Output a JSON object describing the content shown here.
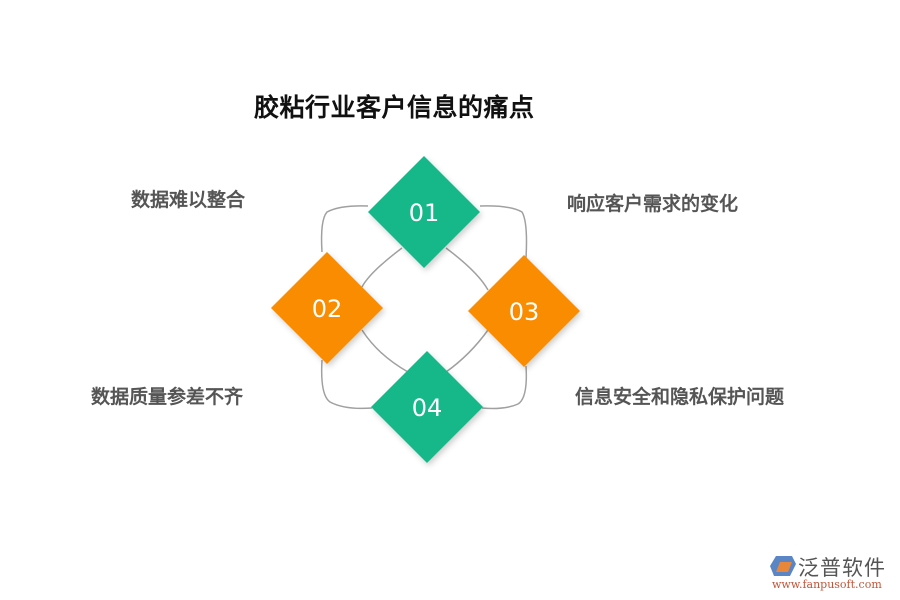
{
  "title": "胶粘行业客户信息的痛点",
  "items": [
    {
      "number": "01",
      "label": "响应客户需求的变化",
      "color": "#14b88a"
    },
    {
      "number": "02",
      "label": "数据难以整合",
      "color": "#f98c00"
    },
    {
      "number": "03",
      "label": "信息安全和隐私保护问题",
      "color": "#f98c00"
    },
    {
      "number": "04",
      "label": "数据质量参差不齐",
      "color": "#14b88a"
    }
  ],
  "left_labels": [
    "数据难以整合",
    "数据质量参差不齐"
  ],
  "right_labels": [
    "响应客户需求的变化",
    "信息安全和隐私保护问题"
  ],
  "colors": {
    "green": "#14b88a",
    "orange": "#f98c00",
    "connector": "#a0a0a0"
  },
  "logo": {
    "name": "泛普软件",
    "url": "www.fanpusoft.com"
  }
}
